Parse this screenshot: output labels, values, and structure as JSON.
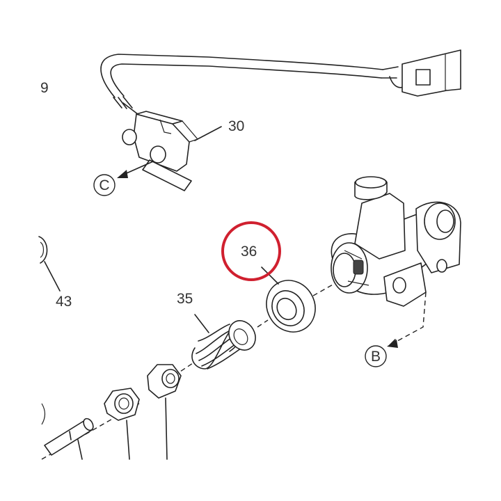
{
  "labels": {
    "part_29_partial": "9",
    "part_30": "30",
    "part_35": "35",
    "part_36": "36",
    "part_43": "43",
    "ref_b": "B",
    "ref_c": "C"
  },
  "highlight": {
    "part": "36",
    "color": "#d0202f"
  },
  "colors": {
    "line": "#222222",
    "text": "#333333",
    "background": "#ffffff"
  }
}
